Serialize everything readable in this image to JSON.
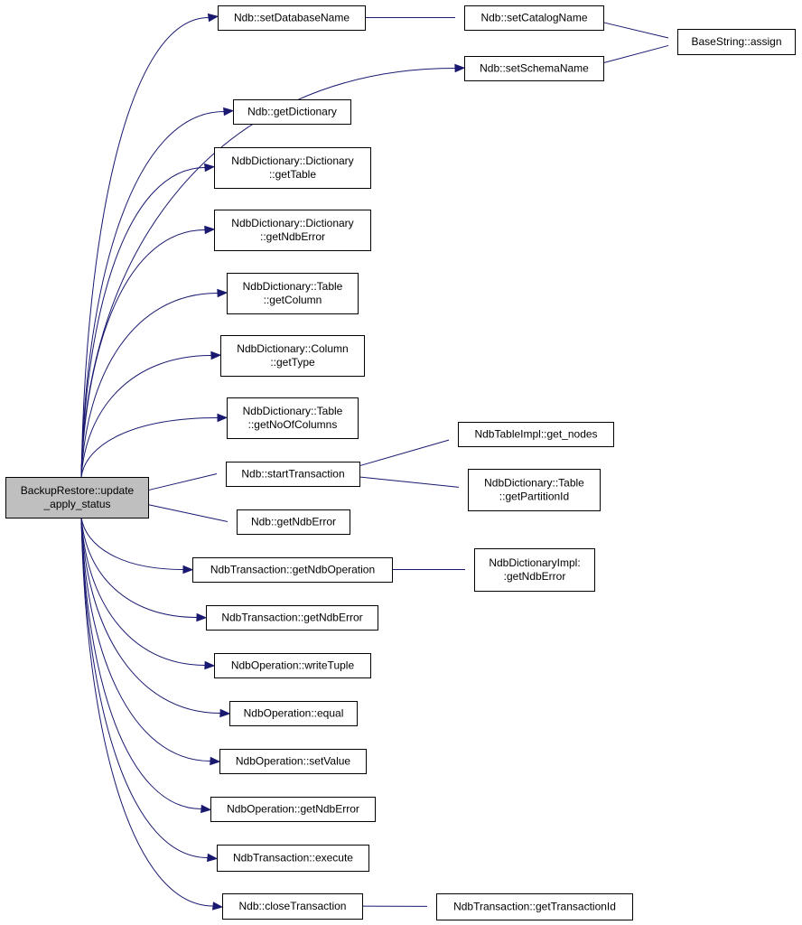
{
  "graph": {
    "colors": {
      "edge": "#191970",
      "root_fill": "#bfbfbf",
      "node_fill": "#ffffff",
      "node_border": "#000000"
    },
    "nodes": [
      {
        "id": "root",
        "lines": [
          "BackupRestore::update",
          "_apply_status"
        ]
      },
      {
        "id": "setDatabaseName",
        "lines": [
          "Ndb::setDatabaseName"
        ]
      },
      {
        "id": "setSchemaName",
        "lines": [
          "Ndb::setSchemaName"
        ]
      },
      {
        "id": "setCatalogName",
        "lines": [
          "Ndb::setCatalogName"
        ]
      },
      {
        "id": "assign",
        "lines": [
          "BaseString::assign"
        ]
      },
      {
        "id": "getDictionary",
        "lines": [
          "Ndb::getDictionary"
        ]
      },
      {
        "id": "dictGetTable",
        "lines": [
          "NdbDictionary::Dictionary",
          "::getTable"
        ]
      },
      {
        "id": "dictGetNdbError",
        "lines": [
          "NdbDictionary::Dictionary",
          "::getNdbError"
        ]
      },
      {
        "id": "tableGetColumn",
        "lines": [
          "NdbDictionary::Table",
          "::getColumn"
        ]
      },
      {
        "id": "columnGetType",
        "lines": [
          "NdbDictionary::Column",
          "::getType"
        ]
      },
      {
        "id": "tableGetNoOfColumns",
        "lines": [
          "NdbDictionary::Table",
          "::getNoOfColumns"
        ]
      },
      {
        "id": "startTransaction",
        "lines": [
          "Ndb::startTransaction"
        ]
      },
      {
        "id": "getNodes",
        "lines": [
          "NdbTableImpl::get_nodes"
        ]
      },
      {
        "id": "getPartitionId",
        "lines": [
          "NdbDictionary::Table",
          "::getPartitionId"
        ]
      },
      {
        "id": "ndbGetNdbError",
        "lines": [
          "Ndb::getNdbError"
        ]
      },
      {
        "id": "getNdbOperation",
        "lines": [
          "NdbTransaction::getNdbOperation"
        ]
      },
      {
        "id": "dictImplGetNdbError",
        "lines": [
          "NdbDictionaryImpl:",
          ":getNdbError"
        ]
      },
      {
        "id": "transGetNdbError",
        "lines": [
          "NdbTransaction::getNdbError"
        ]
      },
      {
        "id": "writeTuple",
        "lines": [
          "NdbOperation::writeTuple"
        ]
      },
      {
        "id": "equal",
        "lines": [
          "NdbOperation::equal"
        ]
      },
      {
        "id": "setValue",
        "lines": [
          "NdbOperation::setValue"
        ]
      },
      {
        "id": "opGetNdbError",
        "lines": [
          "NdbOperation::getNdbError"
        ]
      },
      {
        "id": "execute",
        "lines": [
          "NdbTransaction::execute"
        ]
      },
      {
        "id": "closeTransaction",
        "lines": [
          "Ndb::closeTransaction"
        ]
      },
      {
        "id": "getTransactionId",
        "lines": [
          "NdbTransaction::getTransactionId"
        ]
      }
    ],
    "edges": [
      [
        "root",
        "setDatabaseName"
      ],
      [
        "root",
        "setSchemaName"
      ],
      [
        "root",
        "getDictionary"
      ],
      [
        "root",
        "dictGetTable"
      ],
      [
        "root",
        "dictGetNdbError"
      ],
      [
        "root",
        "tableGetColumn"
      ],
      [
        "root",
        "columnGetType"
      ],
      [
        "root",
        "tableGetNoOfColumns"
      ],
      [
        "root",
        "startTransaction"
      ],
      [
        "root",
        "ndbGetNdbError"
      ],
      [
        "root",
        "getNdbOperation"
      ],
      [
        "root",
        "transGetNdbError"
      ],
      [
        "root",
        "writeTuple"
      ],
      [
        "root",
        "equal"
      ],
      [
        "root",
        "setValue"
      ],
      [
        "root",
        "opGetNdbError"
      ],
      [
        "root",
        "execute"
      ],
      [
        "root",
        "closeTransaction"
      ],
      [
        "setDatabaseName",
        "setCatalogName"
      ],
      [
        "setCatalogName",
        "assign"
      ],
      [
        "setSchemaName",
        "assign"
      ],
      [
        "startTransaction",
        "getNodes"
      ],
      [
        "startTransaction",
        "getPartitionId"
      ],
      [
        "getNdbOperation",
        "dictImplGetNdbError"
      ],
      [
        "closeTransaction",
        "getTransactionId"
      ]
    ]
  }
}
